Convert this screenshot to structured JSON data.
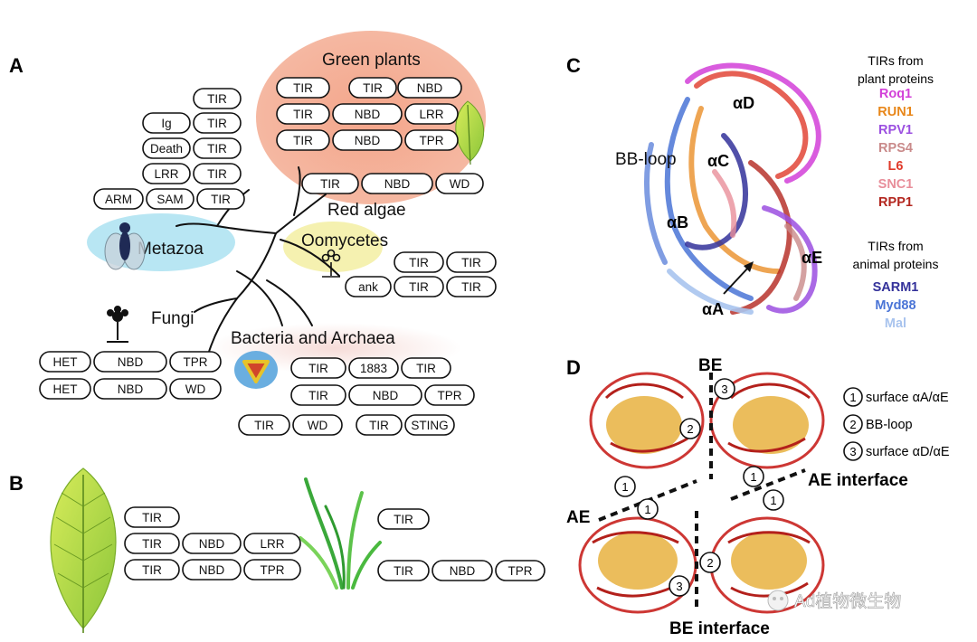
{
  "panels": {
    "A": {
      "label": "A",
      "clades": {
        "green_plants": "Green plants",
        "red_algae": "Red algae",
        "oomycetes": "Oomycetes",
        "metazoa": "Metazoa",
        "fungi": "Fungi",
        "bacteria": "Bacteria and Archaea"
      },
      "domain_rows": {
        "metazoa": [
          [
            "TIR"
          ],
          [
            "Ig",
            "TIR"
          ],
          [
            "Death",
            "TIR"
          ],
          [
            "LRR",
            "TIR"
          ],
          [
            "ARM",
            "SAM",
            "TIR"
          ]
        ],
        "green_plants": [
          [
            "TIR",
            "TIR",
            "NBD"
          ],
          [
            "TIR",
            "NBD",
            "LRR"
          ],
          [
            "TIR",
            "NBD",
            "TPR"
          ]
        ],
        "red_algae": [
          [
            "TIR",
            "NBD",
            "WD"
          ]
        ],
        "oomycetes": [
          [
            "TIR",
            "TIR"
          ],
          [
            "ank",
            "TIR",
            "TIR"
          ]
        ],
        "fungi": [
          [
            "HET",
            "NBD",
            "TPR"
          ],
          [
            "HET",
            "NBD",
            "WD"
          ]
        ],
        "bacteria": [
          [
            "TIR",
            "1883",
            "TIR"
          ],
          [
            "TIR",
            "NBD",
            "TPR"
          ],
          [
            "TIR",
            "WD",
            "TIR",
            "STING"
          ]
        ]
      }
    },
    "B": {
      "label": "B",
      "dicot_rows": [
        [
          "TIR"
        ],
        [
          "TIR",
          "NBD",
          "LRR"
        ],
        [
          "TIR",
          "NBD",
          "TPR"
        ]
      ],
      "monocot_rows": [
        [
          "TIR"
        ],
        [
          "TIR",
          "NBD",
          "TPR"
        ]
      ]
    },
    "C": {
      "label": "C",
      "structure_labels": {
        "bb_loop": "BB-loop",
        "alpha_d": "αD",
        "alpha_c": "αC",
        "alpha_b": "αB",
        "alpha_e": "αE",
        "alpha_a": "αA"
      },
      "legend_plant_header": "TIRs from\nplant proteins",
      "legend_animal_header": "TIRs from\nanimal proteins",
      "plant_proteins": [
        {
          "name": "Roq1",
          "color": "#d23fd8"
        },
        {
          "name": "RUN1",
          "color": "#e8871a"
        },
        {
          "name": "RPV1",
          "color": "#9b4fe0"
        },
        {
          "name": "RPS4",
          "color": "#c98a8a"
        },
        {
          "name": "L6",
          "color": "#e03a2a"
        },
        {
          "name": "SNC1",
          "color": "#e88e9a"
        },
        {
          "name": "RPP1",
          "color": "#b3261e"
        }
      ],
      "animal_proteins": [
        {
          "name": "SARM1",
          "color": "#33319a"
        },
        {
          "name": "Myd88",
          "color": "#4a74d6"
        },
        {
          "name": "Mal",
          "color": "#a9c4ee"
        }
      ]
    },
    "D": {
      "label": "D",
      "interfaces": {
        "be_top": "BE",
        "be_bottom": "BE interface",
        "ae_right": "AE interface",
        "ae_left": "AE"
      },
      "legend": [
        {
          "num": "1",
          "text": "surface αA/αE"
        },
        {
          "num": "2",
          "text": "BB-loop"
        },
        {
          "num": "3",
          "text": "surface αD/αE"
        }
      ],
      "watermark": "Ad植物微生物"
    }
  }
}
